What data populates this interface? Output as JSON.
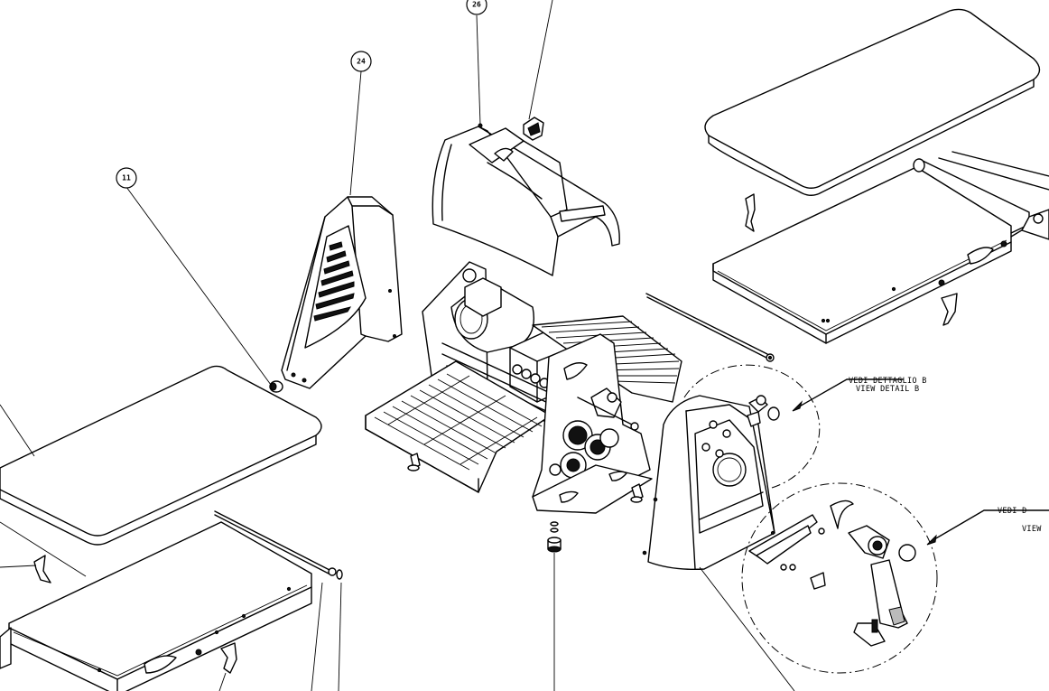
{
  "callouts": {
    "c11": "11",
    "c24": "24",
    "c26": "26"
  },
  "notes": {
    "detail_b_it": "VEDI DETTAGLIO B",
    "detail_b_en": "VIEW DETAIL B",
    "detail_c_it": "VEDI D",
    "detail_c_en": "VIEW"
  },
  "colors": {
    "ink": "#000000",
    "paper": "#ffffff",
    "shade": "#bbbbbb"
  }
}
